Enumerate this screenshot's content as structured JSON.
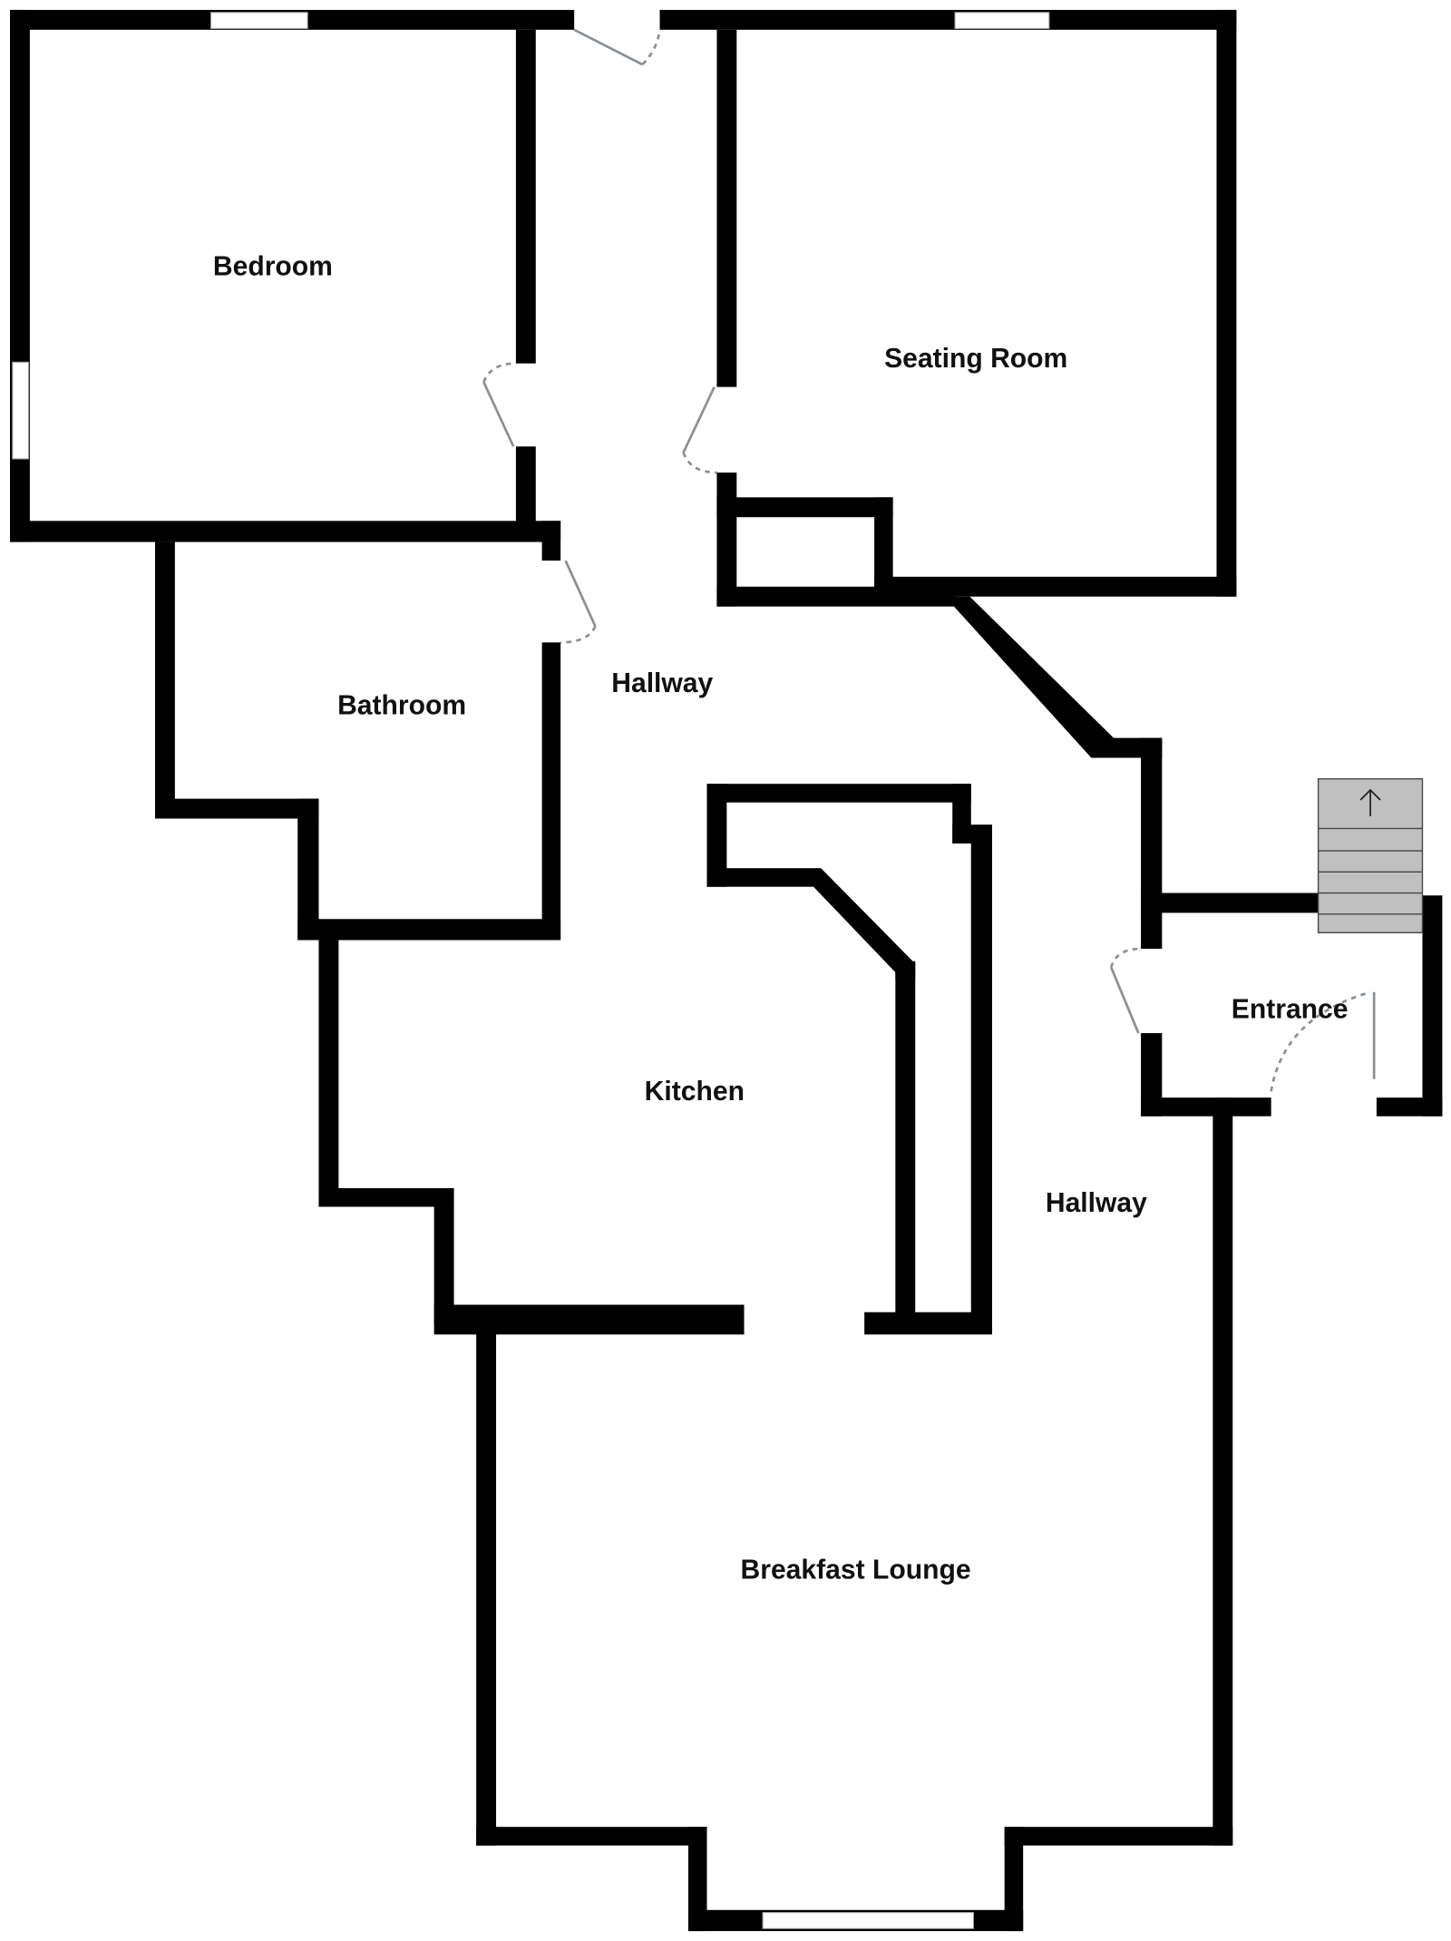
{
  "floorplan": {
    "rooms": [
      {
        "id": "bedroom",
        "label": "Bedroom"
      },
      {
        "id": "seating-room",
        "label": "Seating Room"
      },
      {
        "id": "bathroom",
        "label": "Bathroom"
      },
      {
        "id": "hallway-upper",
        "label": "Hallway"
      },
      {
        "id": "kitchen",
        "label": "Kitchen"
      },
      {
        "id": "hallway-lower",
        "label": "Hallway"
      },
      {
        "id": "entrance",
        "label": "Entrance"
      },
      {
        "id": "breakfast-lounge",
        "label": "Breakfast Lounge"
      }
    ],
    "colors": {
      "wall": "#000000",
      "door": "#8a9096",
      "stairs": "#c0c0c0",
      "background": "#ffffff"
    }
  }
}
